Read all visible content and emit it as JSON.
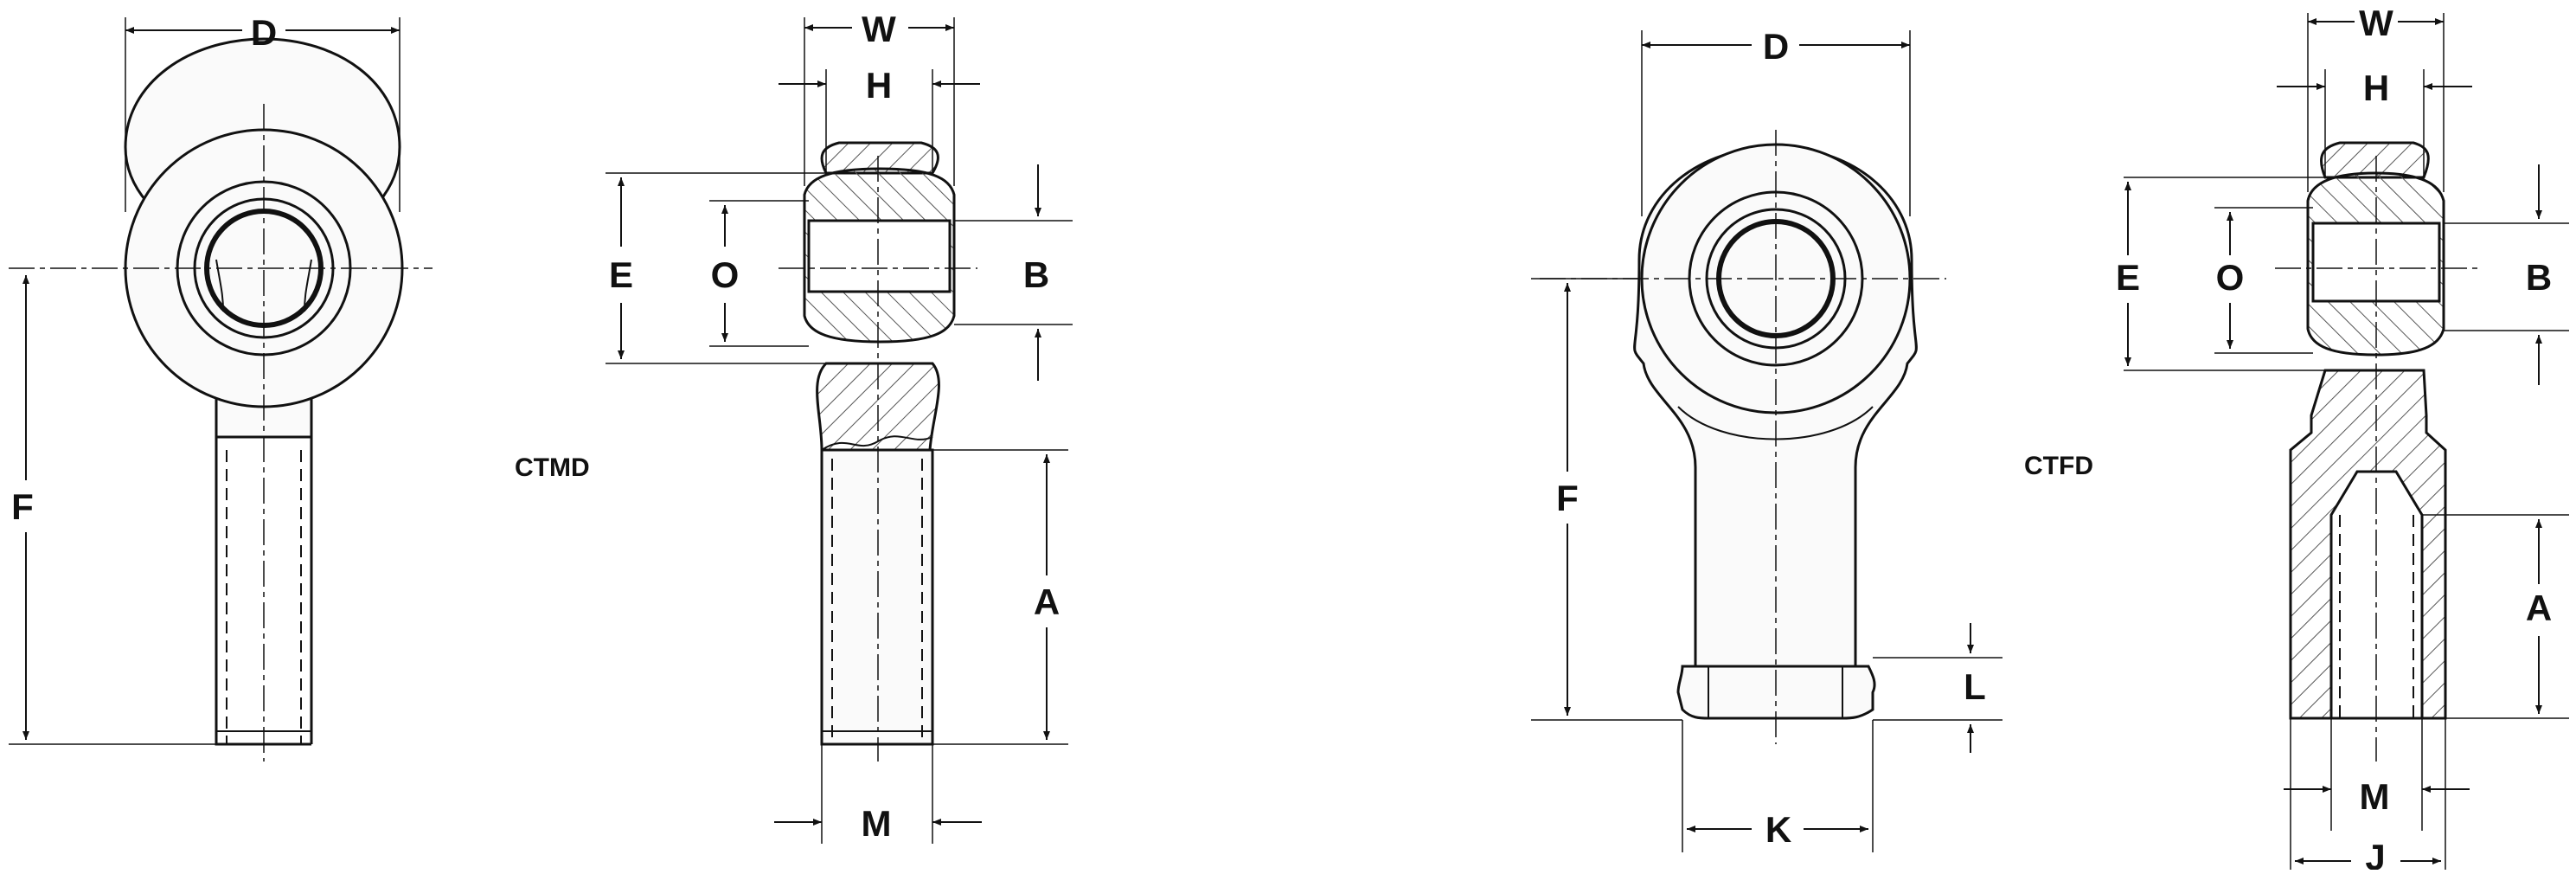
{
  "diagram": {
    "models": {
      "male": "CTMD",
      "female": "CTFD"
    },
    "male_front": {
      "D": "D",
      "F": "F"
    },
    "male_side": {
      "W": "W",
      "H": "H",
      "E": "E",
      "O": "O",
      "B": "B",
      "A": "A",
      "M": "M"
    },
    "female_front": {
      "D": "D",
      "F": "F",
      "L": "L",
      "K": "K"
    },
    "female_side": {
      "W": "W",
      "H": "H",
      "E": "E",
      "O": "O",
      "B": "B",
      "A": "A",
      "M": "M",
      "J": "J"
    }
  }
}
